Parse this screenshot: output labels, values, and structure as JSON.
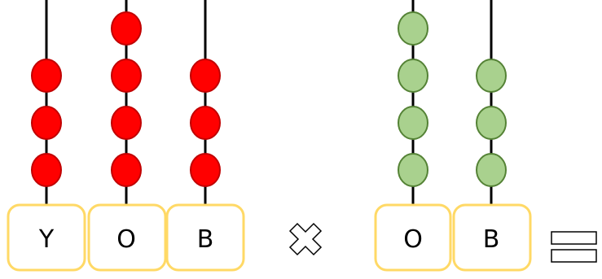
{
  "left_number": {
    "rods": [
      {
        "label": "Y",
        "beads": 3
      },
      {
        "label": "O",
        "beads": 4
      },
      {
        "label": "B",
        "beads": 3
      }
    ]
  },
  "operator": "multiply-icon",
  "right_number": {
    "rods": [
      {
        "label": "O",
        "beads": 4
      },
      {
        "label": "B",
        "beads": 3
      }
    ]
  },
  "result_symbol": "equals-icon",
  "colors": {
    "left_bead_fill": "#ff0000",
    "left_bead_stroke": "#c00000",
    "right_bead_fill": "#a9d18e",
    "right_bead_stroke": "#548235",
    "box_stroke": "#ffd966",
    "rod": "#000000"
  }
}
